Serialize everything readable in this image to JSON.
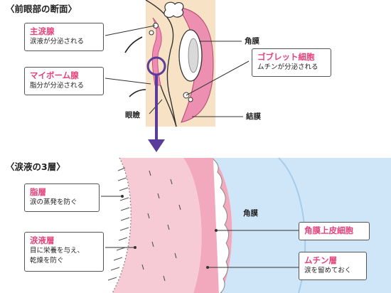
{
  "top_section": {
    "heading": "〈前眼部の断面〉",
    "labels": {
      "main_gland": {
        "title": "主涙腺",
        "desc": "涙液が分泌される"
      },
      "meibomian": {
        "title": "マイボーム腺",
        "desc": "脂分が分泌される"
      },
      "goblet": {
        "title": "ゴブレット細胞",
        "desc": "ムチンが分泌される"
      },
      "cornea": "角膜",
      "eyelid": "眼瞼",
      "conjunctiva": "結膜"
    }
  },
  "bottom_section": {
    "heading": "〈涙液の3層〉",
    "labels": {
      "lipid": {
        "title": "脂層",
        "desc": "涙の蒸発を防ぐ"
      },
      "aqueous": {
        "title": "涙液層",
        "desc1": "目に栄養を与え、",
        "desc2": "乾燥を防ぐ"
      },
      "cornea": "角膜",
      "epithelium": {
        "title": "角膜上皮細胞"
      },
      "mucin": {
        "title": "ムチン層",
        "desc": "涙を留めておく"
      }
    }
  },
  "colors": {
    "accent_pink": "#e4427a",
    "skin": "#f8e2c6",
    "tear_pink": "#f6c7d1",
    "mucin_pink": "#f3a9bd",
    "cornea_blue": "#cfe6f8",
    "arrow_purple": "#5a3d9a"
  }
}
